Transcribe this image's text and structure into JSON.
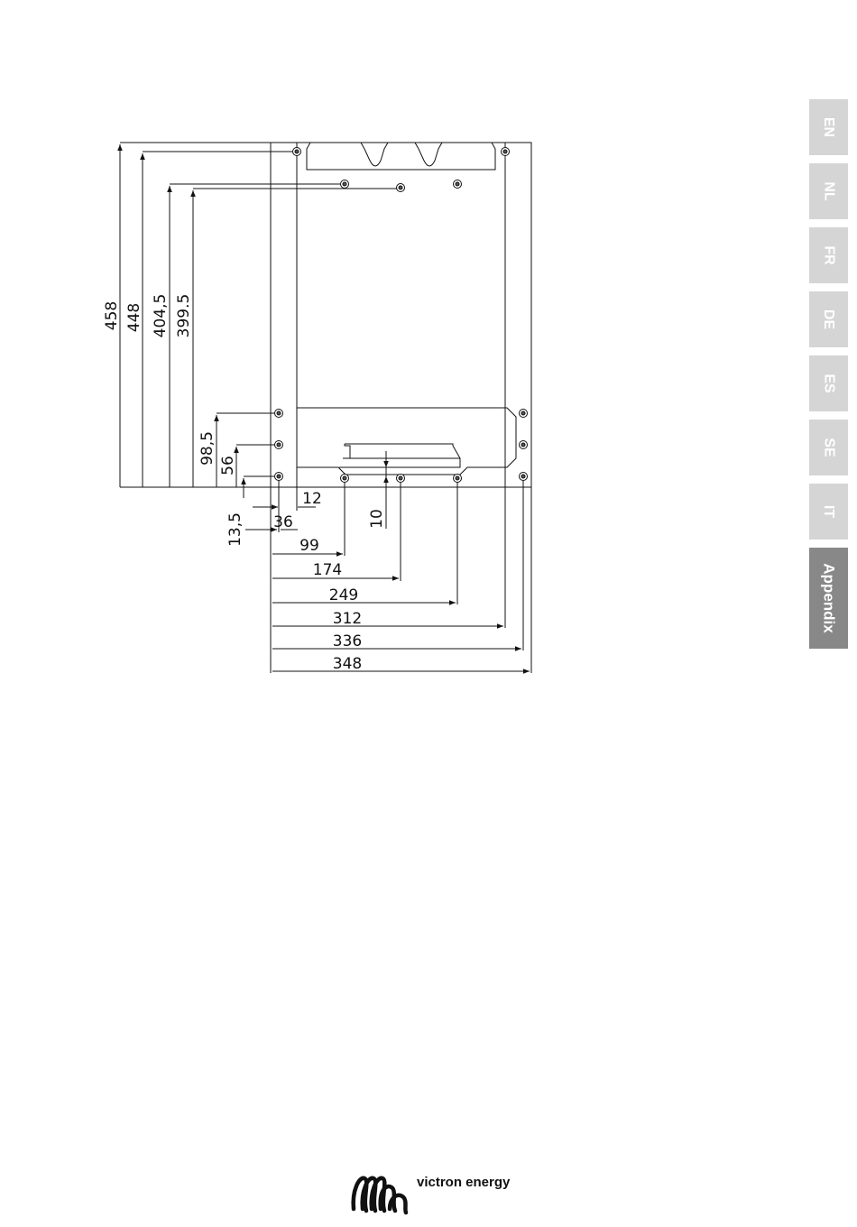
{
  "diagram": {
    "vertical_dimensions": [
      "458",
      "448",
      "404,5",
      "399.5",
      "98,5",
      "56",
      "13,5",
      "10"
    ],
    "horizontal_dimensions": [
      "12",
      "36",
      "99",
      "174",
      "249",
      "312",
      "336",
      "348"
    ]
  },
  "language_tabs": [
    {
      "label": "EN",
      "active": false
    },
    {
      "label": "NL",
      "active": false
    },
    {
      "label": "FR",
      "active": false
    },
    {
      "label": "DE",
      "active": false
    },
    {
      "label": "ES",
      "active": false
    },
    {
      "label": "SE",
      "active": false
    },
    {
      "label": "IT",
      "active": false
    },
    {
      "label": "Appendix",
      "active": true
    }
  ],
  "footer": {
    "brand_name": "victron energy",
    "logo_icon": "victron-coil-logo-icon"
  }
}
